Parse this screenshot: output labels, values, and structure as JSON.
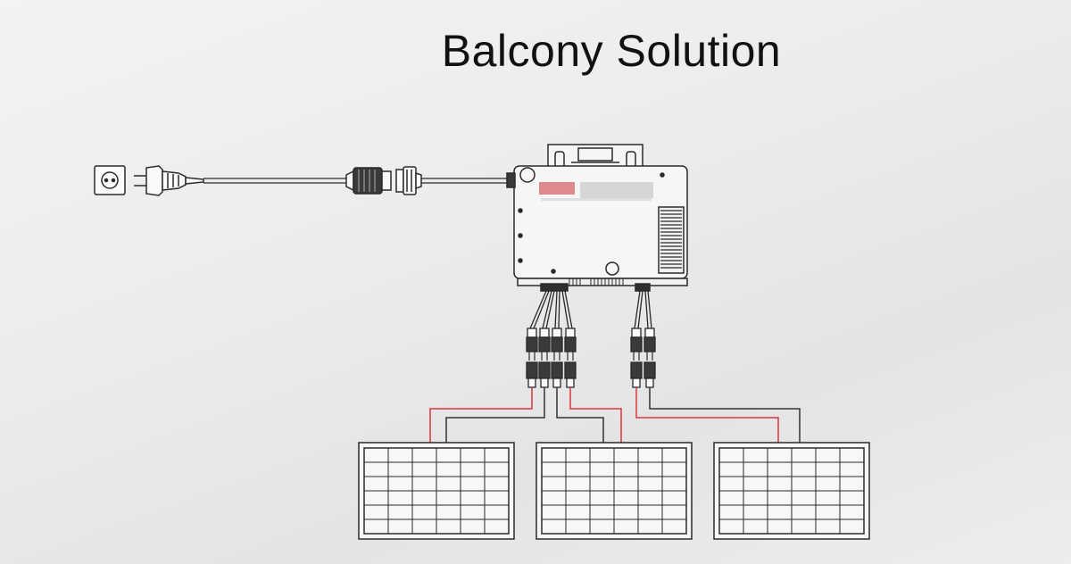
{
  "title": "Balcony Solution",
  "colors": {
    "line": "#2a2a2a",
    "positive_wire": "#d9363b",
    "negative_wire": "#333333",
    "panel_fill": "#f7f7f7",
    "label_blur": "#d9757a"
  },
  "components": {
    "socket": "wall-socket-icon",
    "plug": "schuko-plug-icon",
    "connector": "ac-connector-icon",
    "inverter": "micro-inverter",
    "mc4": "mc4-connector-icon",
    "panels": [
      "solar-panel-1",
      "solar-panel-2",
      "solar-panel-3"
    ]
  }
}
